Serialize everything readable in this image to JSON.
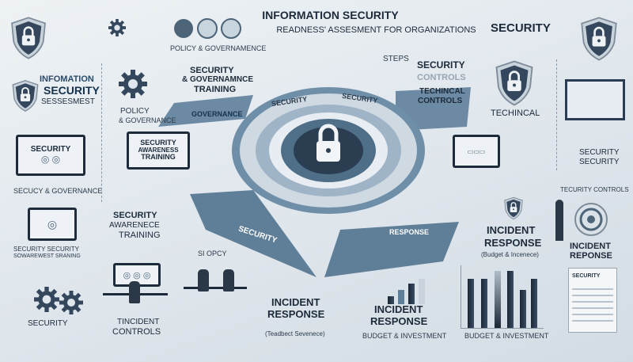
{
  "title": {
    "line1": "INFORMATION SECURITY",
    "line2": "READNESS' ASSESMENT FOR ORGANIZATIONS"
  },
  "labels": {
    "policy_governamence": "POLICY & GOVERNAMENCE",
    "security_top_right": "SECURITY",
    "info_security_assess": [
      "INFOMATION",
      "SECURITY",
      "SESSESMEST"
    ],
    "sec_gov_training": [
      "SECURITY",
      "& GOVERNAMNCE",
      "TRAINING"
    ],
    "policy_governance": [
      "POLICY",
      "& GOVERNANCE"
    ],
    "slab_governance": "GOVERNANCE",
    "steps": "STEPS",
    "security_controls": [
      "SECURITY",
      "CONTROLS"
    ],
    "technical_controls": [
      "TECHINCAL",
      "CONTROLS"
    ],
    "techincal": "TECHINCAL",
    "monitor_security": "SECURITY",
    "laptop_training": [
      "SECURITY",
      "AWARENESS",
      "TRAINING"
    ],
    "security_security": [
      "SECURITY",
      "SECURITY"
    ],
    "secucy_governance": "SECUCY & GOVERNANCE",
    "tecurity_controls": "TECURITY CONTROLS",
    "awareness_training": [
      "SECURITY",
      "AWARENECE",
      "TRAINING"
    ],
    "security_awareness_small": [
      "SECURITY SECURITY",
      "SOWAREWEST SRANING"
    ],
    "stopcy": "SI OPCY",
    "slab_security": "SECURITY",
    "slab_response": "RESPONSE",
    "ring_security_1": "SECURITY",
    "ring_security_2": "SECURITY",
    "incident_response_right": [
      "INCIDENT",
      "RESPONSE"
    ],
    "budget_incenece": "(Budget & Incenece)",
    "incident_reponse": [
      "INCIDENT",
      "REPONSE"
    ],
    "security_bottom_left": "SECURITY",
    "incident_controls": [
      "TINCIDENT",
      "CONTROLS"
    ],
    "incident_response_center": [
      "INCIDENT",
      "RESPONSE"
    ],
    "teadbect": "(Teadbect Sevenece)",
    "incident_response_budget": [
      "INCIDENT",
      "RESPONSE"
    ],
    "budget_investment_1": "BUDGET & INVESTMENT",
    "budget_investment_2": "BUDGET & INVESTMENT",
    "doc_security": "SECURITY"
  },
  "colors": {
    "navy": "#1c2a3a",
    "steel": "#5f7f99",
    "light_steel": "#9fb4c6",
    "background": "#e6ecf1"
  },
  "icons": [
    "shield-lock-icon",
    "gear-icon",
    "monitor-icon",
    "laptop-icon",
    "padlock-icon",
    "bar-chart-icon",
    "document-icon",
    "person-icon"
  ]
}
